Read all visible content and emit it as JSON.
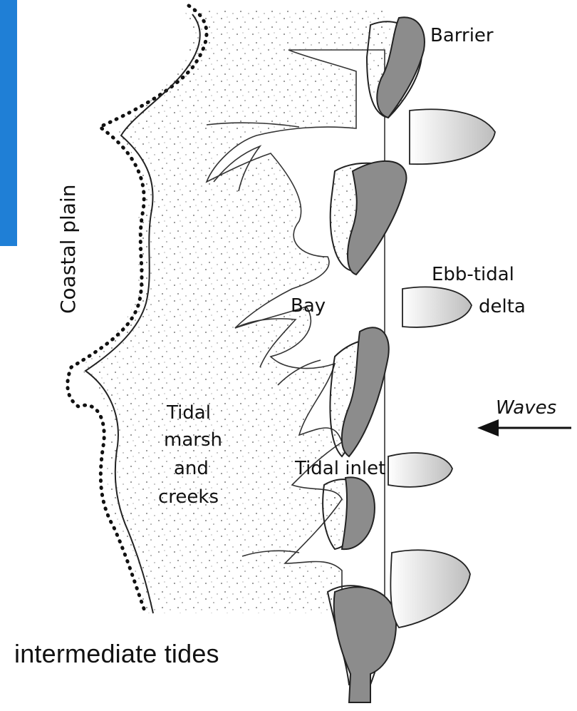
{
  "colors": {
    "accent": "#1f7fd6",
    "shoal_dark": "#8c8c8c",
    "delta_light": "#c8c8c8",
    "ink": "#111111"
  },
  "labels": {
    "barrier": "Barrier",
    "coastal_plain": "Coastal plain",
    "ebb_tidal_1": "Ebb-tidal",
    "ebb_tidal_2": "delta",
    "bay": "Bay",
    "waves": "Waves",
    "tidal_marsh_1": "Tidal",
    "tidal_marsh_2": "marsh",
    "tidal_marsh_3": "and",
    "tidal_marsh_4": "creeks",
    "tidal_inlet": "Tidal inlet"
  },
  "caption": "intermediate tides",
  "icons": {
    "waves_arrow": "arrow-left-icon"
  }
}
